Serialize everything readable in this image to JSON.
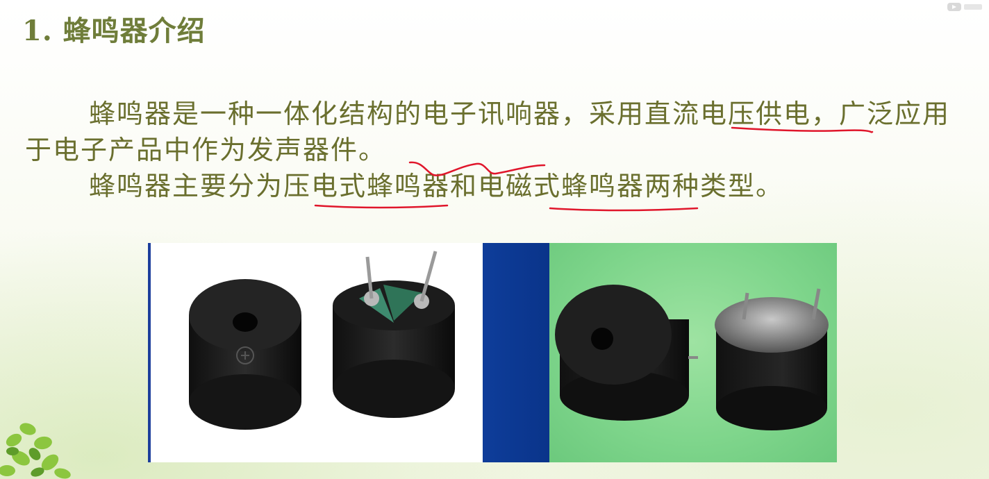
{
  "slide": {
    "title": "1. 蜂鸣器介绍",
    "paragraph1": "蜂鸣器是一种一体化结构的电子讯响器，采用直流电压供电，广泛应用于电子产品中作为发声器件。",
    "paragraph2": "蜂鸣器主要分为压电式蜂鸣器和电磁式蜂鸣器两种类型。"
  },
  "colors": {
    "title": "#6f7d3a",
    "body_text": "#6a6f2e",
    "underline": "#e0162b",
    "photo_divider": "#0e3d9a",
    "photo_background_right": "#7ed58b"
  },
  "icons": {
    "corner_decoration": "green-leaves-icon",
    "top_right_mark": "player-logo-icon"
  }
}
